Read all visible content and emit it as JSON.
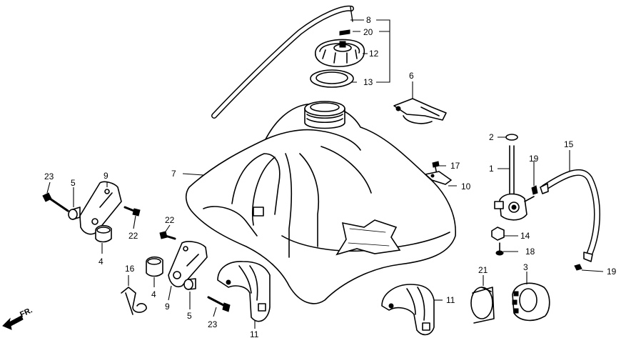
{
  "callouts": {
    "c1": "1",
    "c2": "2",
    "c3": "3",
    "c4a": "4",
    "c4b": "4",
    "c5a": "5",
    "c5b": "5",
    "c6": "6",
    "c7": "7",
    "c8": "8",
    "c9a": "9",
    "c9b": "9",
    "c10": "10",
    "c11a": "11",
    "c11b": "11",
    "c12": "12",
    "c13": "13",
    "c14": "14",
    "c15": "15",
    "c16": "16",
    "c17": "17",
    "c18": "18",
    "c19a": "19",
    "c19b": "19",
    "c20": "20",
    "c21": "21",
    "c22a": "22",
    "c22b": "22",
    "c23a": "23",
    "c23b": "23"
  },
  "direction_label": "FR."
}
